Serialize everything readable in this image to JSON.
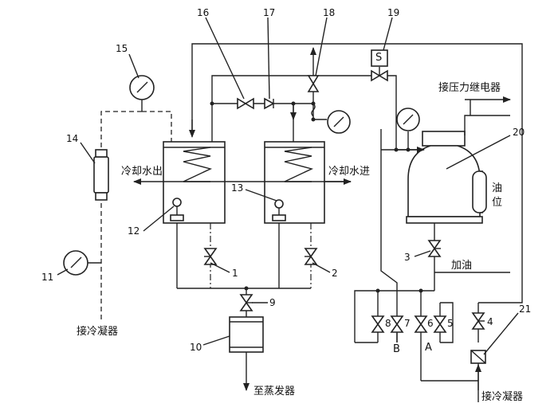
{
  "labels": {
    "cooling_water_out": "冷却水出",
    "cooling_water_in": "冷却水进",
    "to_pressure_relay": "接压力继电器",
    "oil_level_1": "油",
    "oil_level_2": "位",
    "add_oil": "加油",
    "to_condenser_left": "接冷凝器",
    "to_condenser_right": "接冷凝器",
    "to_evaporator": "至蒸发器",
    "port_a": "A",
    "port_b": "B",
    "solenoid_s": "S"
  },
  "callouts": {
    "n1": "1",
    "n2": "2",
    "n3": "3",
    "n4": "4",
    "n5": "5",
    "n6": "6",
    "n7": "7",
    "n8": "8",
    "n9": "9",
    "n10": "10",
    "n11": "11",
    "n12": "12",
    "n13": "13",
    "n14": "14",
    "n15": "15",
    "n16": "16",
    "n17": "17",
    "n18": "18",
    "n19": "19",
    "n20": "20",
    "n21": "21"
  }
}
